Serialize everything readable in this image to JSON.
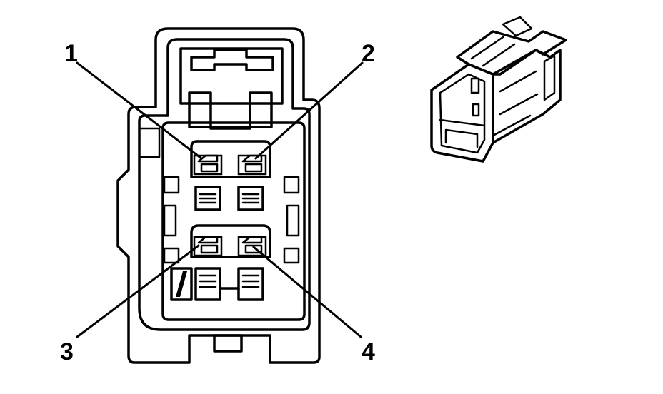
{
  "colors": {
    "stroke": "#000000",
    "background": "#ffffff"
  },
  "callouts": [
    {
      "id": "1",
      "label": "1"
    },
    {
      "id": "2",
      "label": "2"
    },
    {
      "id": "3",
      "label": "3"
    },
    {
      "id": "4",
      "label": "4"
    }
  ]
}
